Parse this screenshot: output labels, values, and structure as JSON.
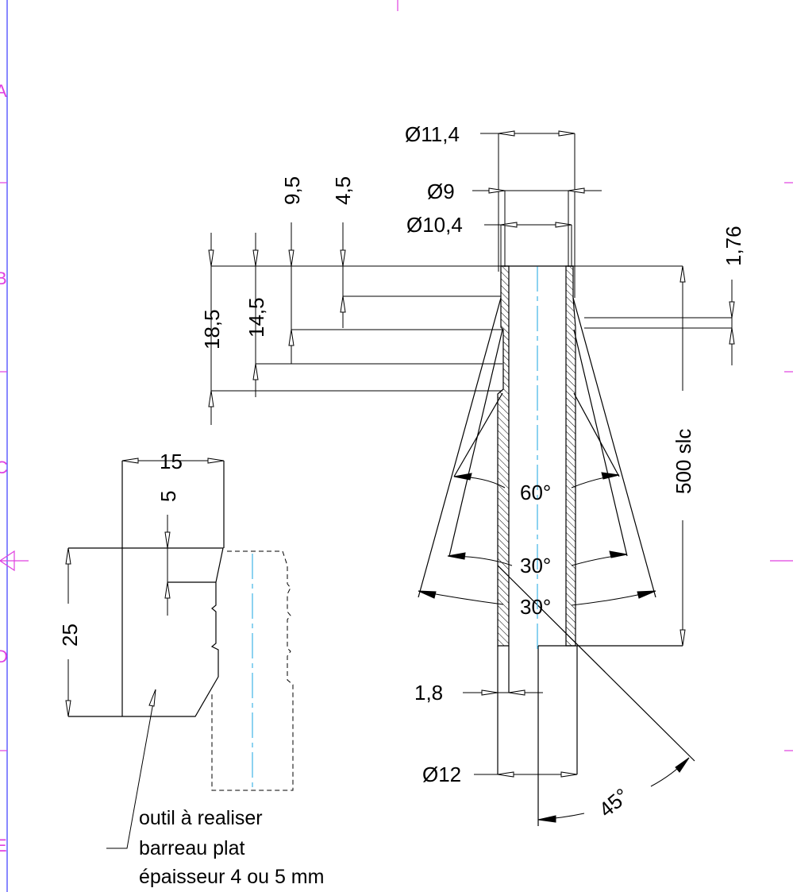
{
  "dimensions": {
    "dia_11_4": "Ø11,4",
    "dia_9": "Ø9",
    "dia_10_4": "Ø10,4",
    "dia_12": "Ø12",
    "len_9_5": "9,5",
    "len_4_5": "4,5",
    "len_18_5": "18,5",
    "len_14_5": "14,5",
    "len_1_76": "1,76",
    "len_500_slc": "500 slc",
    "len_1_8": "1,8",
    "tool_width_15": "15",
    "tool_step_5": "5",
    "tool_height_25": "25"
  },
  "angles": {
    "a60": "60°",
    "a30_upper": "30°",
    "a30_lower": "30°",
    "a45": "45°"
  },
  "note": {
    "line1": "outil à realiser",
    "line2": "barreau plat",
    "line3": "épaisseur 4 ou 5 mm"
  },
  "border_marks": {
    "a": "A",
    "b": "B",
    "c": "C",
    "d": "D",
    "e": "E"
  },
  "colors": {
    "lines": "#000000",
    "centerline": "#3fb4e6",
    "frame": "#3a3aff",
    "grid_marks": "#e040e0"
  }
}
